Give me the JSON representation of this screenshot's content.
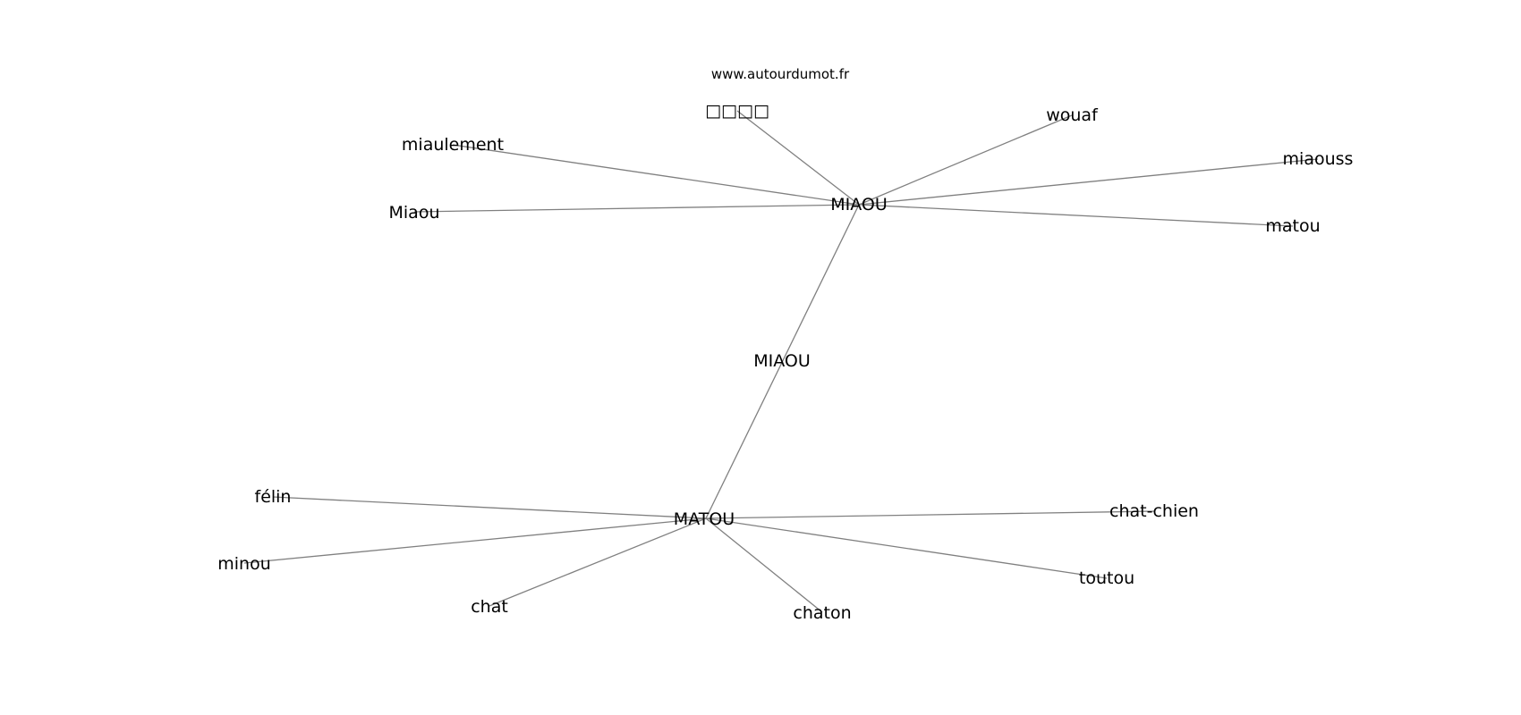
{
  "source": "www.autourdumot.fr",
  "colors": {
    "edge": "#808080",
    "text": "#000000",
    "background": "#ffffff"
  },
  "graph": {
    "hubs": [
      {
        "id": "MIAOU",
        "label": "MIAOU",
        "neighbors": [
          "□□□□",
          "wouaf",
          "miaulement",
          "miaouss",
          "Miaou",
          "matou"
        ]
      },
      {
        "id": "MATOU",
        "label": "MATOU",
        "neighbors": [
          "félin",
          "chat-chien",
          "minou",
          "toutou",
          "chat",
          "chaton"
        ]
      }
    ],
    "bridge": {
      "from": "MIAOU",
      "to": "MATOU",
      "label": "MIAOU"
    }
  }
}
